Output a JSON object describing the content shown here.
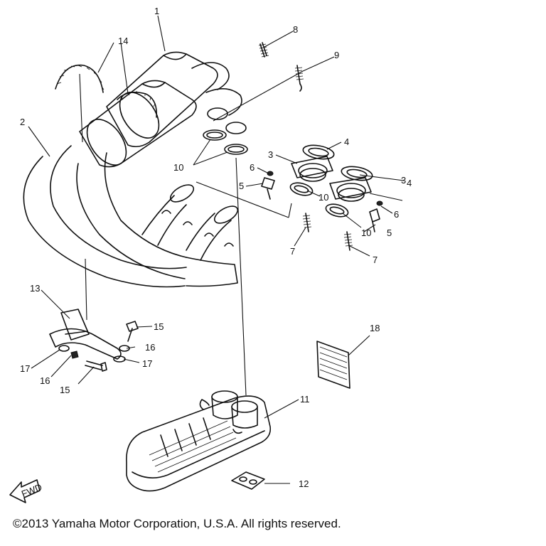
{
  "callouts": [
    {
      "id": "c1",
      "text": "1"
    },
    {
      "id": "c2",
      "text": "2"
    },
    {
      "id": "c3a",
      "text": "3"
    },
    {
      "id": "c3b",
      "text": "3"
    },
    {
      "id": "c4a",
      "text": "4"
    },
    {
      "id": "c4b",
      "text": "4"
    },
    {
      "id": "c5a",
      "text": "5"
    },
    {
      "id": "c5b",
      "text": "5"
    },
    {
      "id": "c6a",
      "text": "6"
    },
    {
      "id": "c6b",
      "text": "6"
    },
    {
      "id": "c7a",
      "text": "7"
    },
    {
      "id": "c7b",
      "text": "7"
    },
    {
      "id": "c8",
      "text": "8"
    },
    {
      "id": "c9",
      "text": "9"
    },
    {
      "id": "c10a",
      "text": "10"
    },
    {
      "id": "c10b",
      "text": "10"
    },
    {
      "id": "c10c",
      "text": "10"
    },
    {
      "id": "c11",
      "text": "11"
    },
    {
      "id": "c12",
      "text": "12"
    },
    {
      "id": "c13",
      "text": "13"
    },
    {
      "id": "c14",
      "text": "14"
    },
    {
      "id": "c15a",
      "text": "15"
    },
    {
      "id": "c15b",
      "text": "15"
    },
    {
      "id": "c16a",
      "text": "16"
    },
    {
      "id": "c16b",
      "text": "16"
    },
    {
      "id": "c17a",
      "text": "17"
    },
    {
      "id": "c17b",
      "text": "17"
    },
    {
      "id": "c18",
      "text": "18"
    }
  ],
  "direction_marker": "FWD",
  "copyright": "©2013 Yamaha Motor Corporation, U.S.A. All rights reserved."
}
